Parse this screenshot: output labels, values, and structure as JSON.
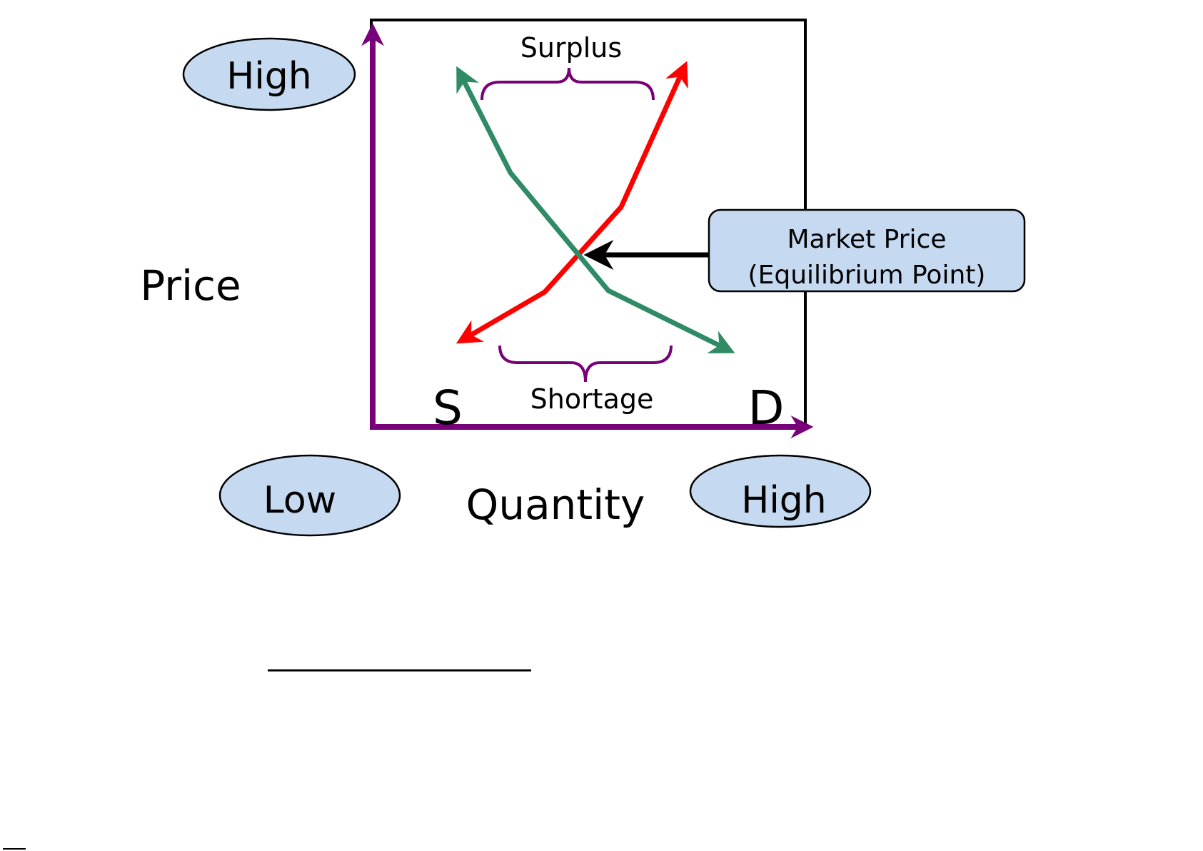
{
  "labels": {
    "price_axis": "Price",
    "quantity_axis": "Quantity",
    "price_high": "High",
    "quantity_low": "Low",
    "quantity_high": "High",
    "surplus": "Surplus",
    "shortage": "Shortage",
    "supply_letter": "S",
    "demand_letter": "D",
    "callout_line1": "Market Price",
    "callout_line2": "(Equilibrium Point)"
  },
  "colors": {
    "axis": "#780078",
    "supply": "#ff0000",
    "demand": "#2e8b65",
    "brace": "#780078",
    "pointer": "#000000",
    "bubble_fill": "#c5d9f1",
    "frame": "#000000"
  }
}
